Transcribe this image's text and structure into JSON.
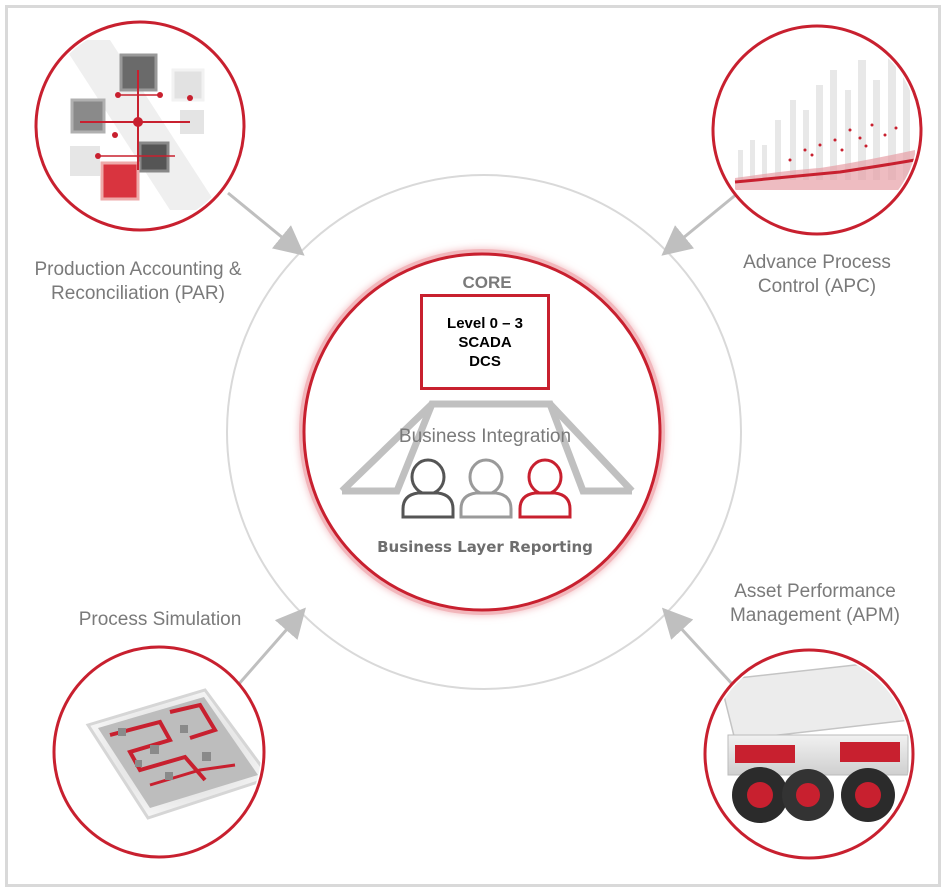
{
  "labels": {
    "par": [
      "Production Accounting &",
      "Reconciliation (PAR)"
    ],
    "apc": [
      "Advance Process",
      "Control (APC)"
    ],
    "sim": [
      "Process Simulation"
    ],
    "apm": [
      "Asset Performance",
      "Management (APM)"
    ]
  },
  "core": {
    "title": "CORE",
    "lines": [
      "Level 0 – 3",
      "SCADA",
      "DCS"
    ]
  },
  "business_integration": "Business Integration",
  "business_layer_reporting": "Business Layer Reporting",
  "users": [
    {
      "icon": "user-icon",
      "color": "#555555"
    },
    {
      "icon": "user-icon",
      "color": "#9a9a9a"
    },
    {
      "icon": "user-icon",
      "color": "#c8202f"
    }
  ],
  "colors": {
    "accent": "#c8202f",
    "ring": "#d9d9d9",
    "text": "#7a7a7a",
    "arrow": "#bfbfbf"
  }
}
